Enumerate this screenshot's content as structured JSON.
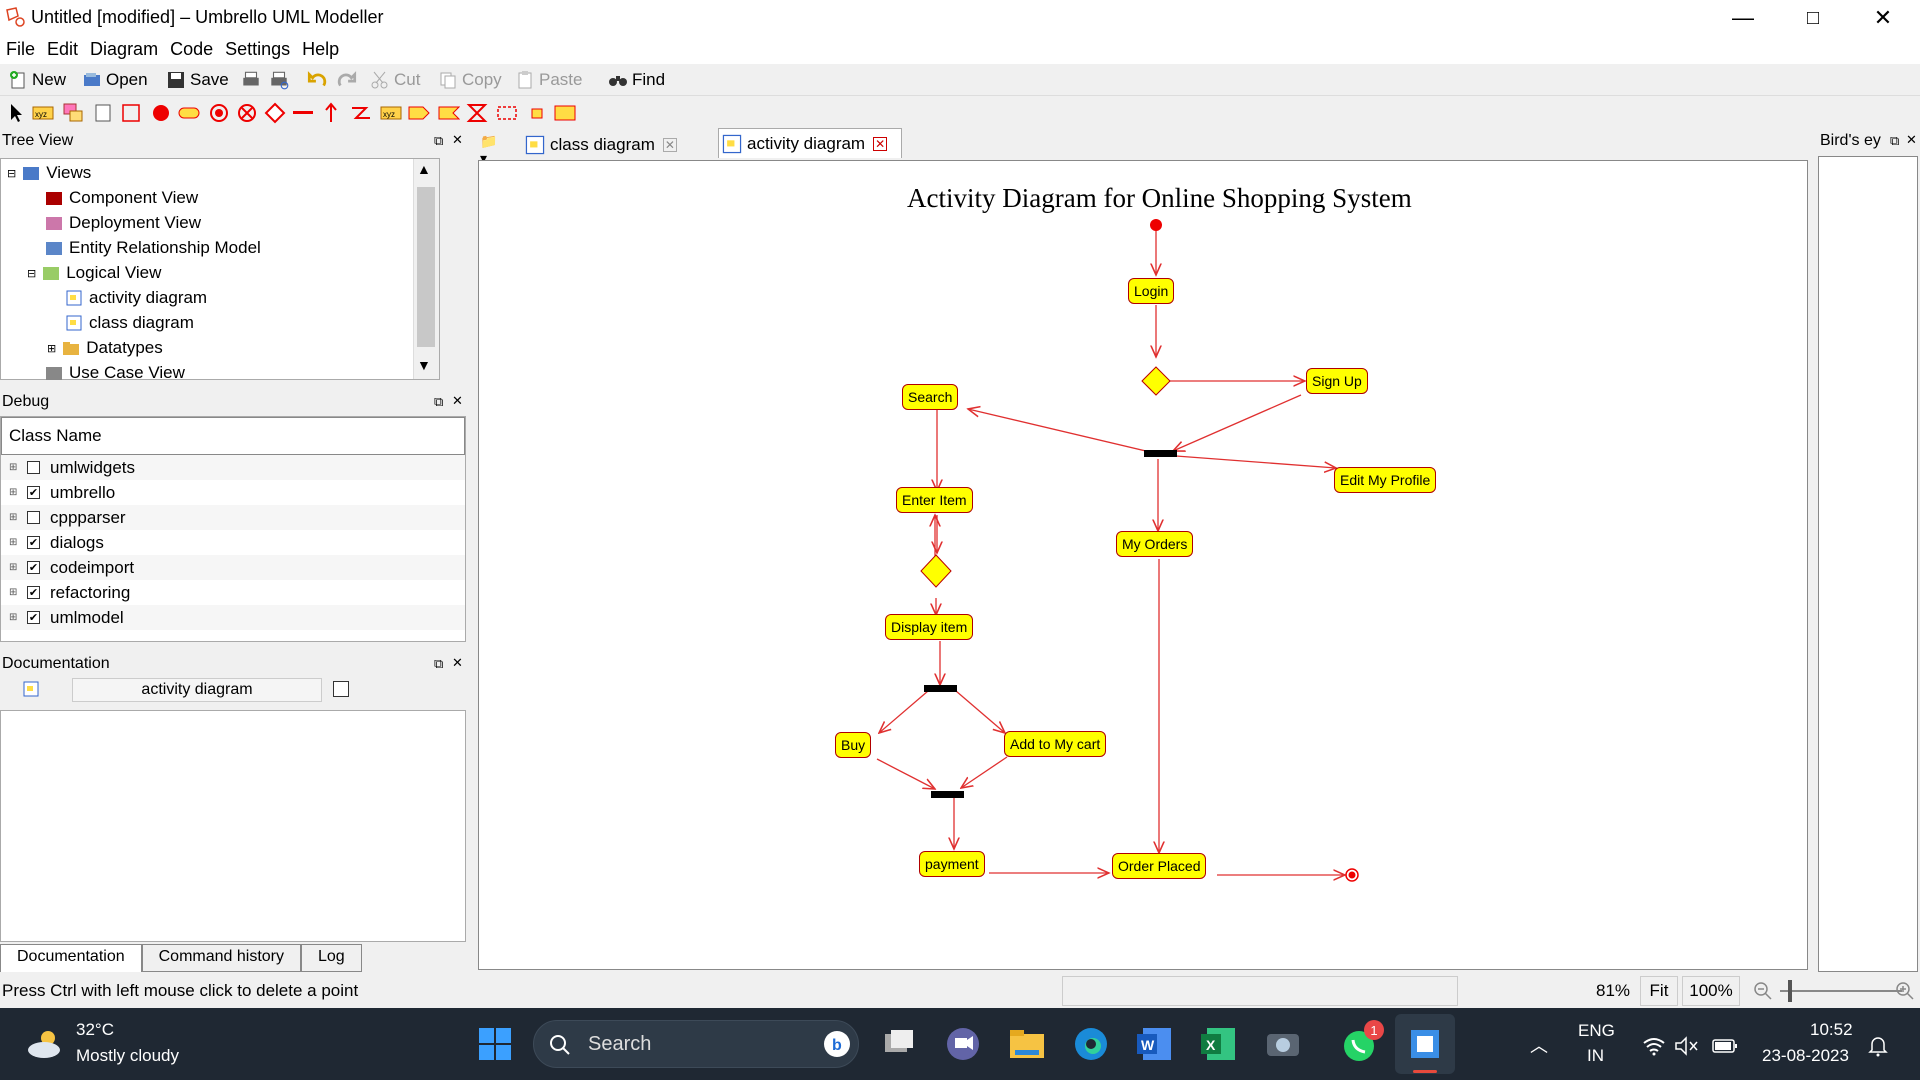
{
  "window": {
    "title": "Untitled [modified] – Umbrello UML Modeller",
    "minimize": "—",
    "maximize": "□",
    "close": "✕"
  },
  "menu": [
    "File",
    "Edit",
    "Diagram",
    "Code",
    "Settings",
    "Help"
  ],
  "toolbar": {
    "new": "New",
    "open": "Open",
    "save": "Save",
    "cut": "Cut",
    "copy": "Copy",
    "paste": "Paste",
    "find": "Find"
  },
  "tree_view": {
    "title": "Tree View",
    "items": [
      "Views",
      "Component View",
      "Deployment View",
      "Entity Relationship Model",
      "Logical View",
      "activity diagram",
      "class diagram",
      "Datatypes",
      "Use Case View"
    ]
  },
  "debug": {
    "title": "Debug",
    "column": "Class Name",
    "rows": [
      {
        "name": "umlwidgets",
        "checked": false
      },
      {
        "name": "umbrello",
        "checked": true
      },
      {
        "name": "cppparser",
        "checked": false
      },
      {
        "name": "dialogs",
        "checked": true
      },
      {
        "name": "codeimport",
        "checked": true
      },
      {
        "name": "refactoring",
        "checked": true
      },
      {
        "name": "umlmodel",
        "checked": true
      }
    ]
  },
  "documentation": {
    "title": "Documentation",
    "field": "activity diagram"
  },
  "bottom_tabs": [
    "Documentation",
    "Command history",
    "Log"
  ],
  "status": {
    "message": "Press Ctrl with left mouse click to delete a point",
    "zoom": "81%",
    "fit": "Fit",
    "full": "100%"
  },
  "tabs": [
    "class diagram",
    "activity diagram"
  ],
  "birds_eye": {
    "title": "Bird's ey"
  },
  "diagram": {
    "title": "Activity Diagram for Online Shopping System",
    "nodes": {
      "login": "Login",
      "signup": "Sign Up",
      "search": "Search",
      "edit_profile": "Edit My Profile",
      "enter_item": "Enter Item",
      "my_orders": "My Orders",
      "display_item": "Display item",
      "buy": "Buy",
      "add_cart": "Add to My cart",
      "payment": "payment",
      "order_placed": "Order Placed"
    },
    "colors": {
      "node_fill": "#ffff00",
      "border": "#b00000",
      "edge": "#e03030"
    }
  },
  "taskbar": {
    "weather_temp": "32°C",
    "weather_desc": "Mostly cloudy",
    "search": "Search",
    "lang1": "ENG",
    "lang2": "IN",
    "time": "10:52",
    "date": "23-08-2023",
    "badge": "1"
  }
}
